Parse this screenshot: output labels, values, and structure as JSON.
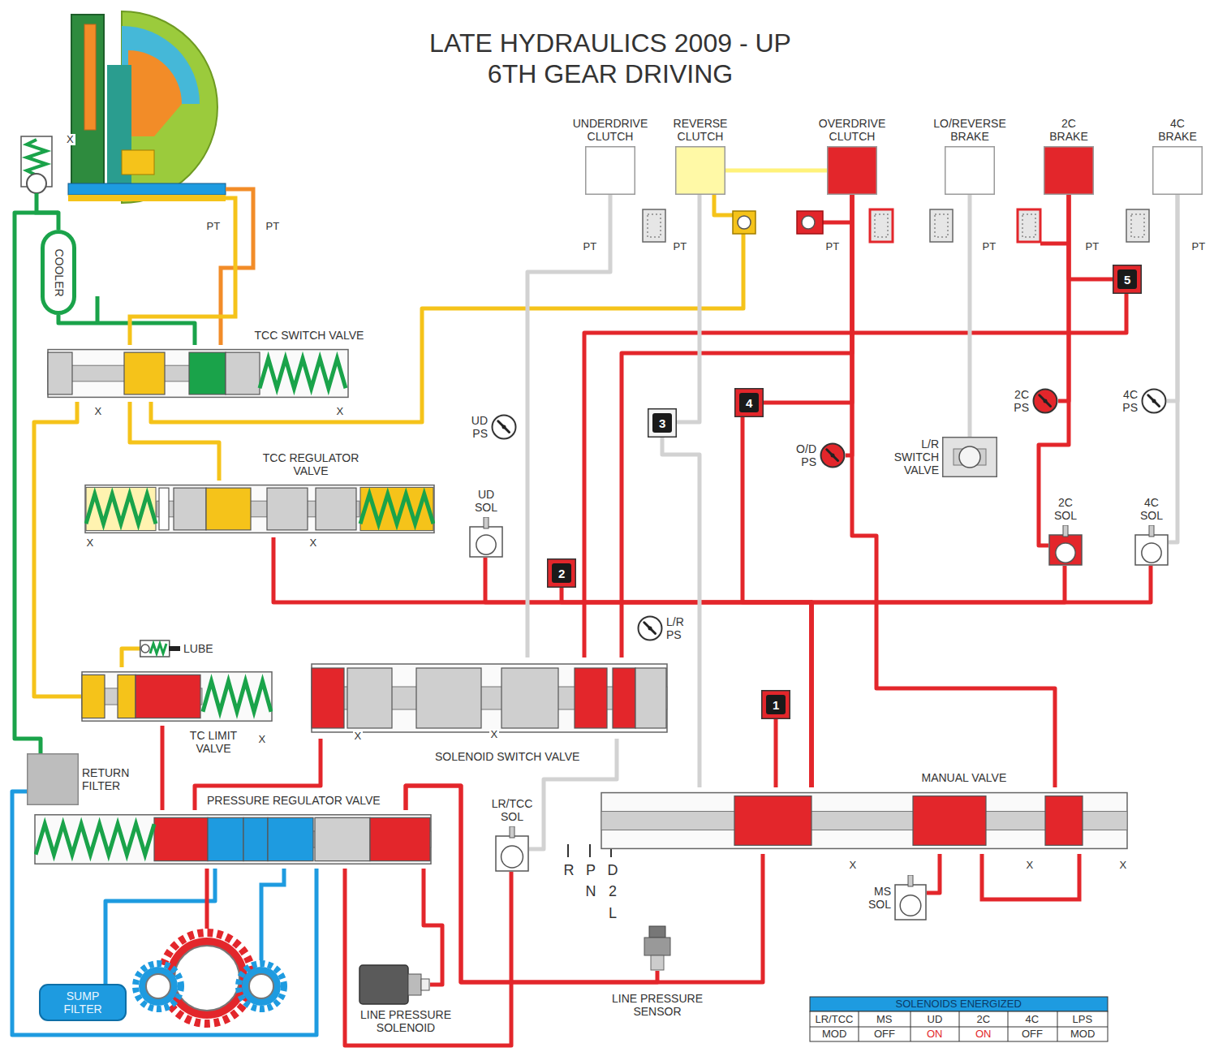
{
  "diagram": {
    "title": "LATE HYDRAULICS 2009 - UP 6TH GEAR DRIVING",
    "nodes": [
      {
        "text": [
          "UNDERDRIVE CLUTCH"
        ]
      },
      {
        "text": [
          "REVERSE CLUTCH"
        ]
      },
      {
        "text": [
          "OVERDRIVE CLUTCH"
        ]
      },
      {
        "text": [
          "LO/REVERSE BRAKE"
        ]
      },
      {
        "text": [
          "2C BRAKE"
        ]
      },
      {
        "text": [
          "4C BRAKE"
        ]
      },
      {
        "text": [
          "COOLER"
        ]
      },
      {
        "text": [
          "TCC SWITCH VALVE"
        ]
      },
      {
        "text": [
          "TCC REGULATOR VALVE"
        ]
      },
      {
        "text": [
          "UD PS"
        ]
      },
      {
        "text": [
          "UD SOL"
        ]
      },
      {
        "text": [
          "2"
        ]
      },
      {
        "text": [
          "3"
        ]
      },
      {
        "text": [
          "4"
        ]
      },
      {
        "text": [
          "O/D PS"
        ]
      },
      {
        "text": [
          "L/R SWITCH VALVE"
        ]
      },
      {
        "text": [
          "2C PS"
        ]
      },
      {
        "text": [
          "4C PS"
        ]
      },
      {
        "text": [
          "2C SOL"
        ]
      },
      {
        "text": [
          "4C SOL"
        ]
      },
      {
        "text": [
          "5"
        ]
      },
      {
        "text": [
          "L/R PS"
        ]
      },
      {
        "text": [
          "LUBE"
        ]
      },
      {
        "text": [
          "TC LIMIT VALVE"
        ]
      },
      {
        "text": [
          "SOLENOID SWITCH VALVE"
        ]
      },
      {
        "text": [
          "1"
        ]
      },
      {
        "text": [
          "RETURN FILTER"
        ]
      },
      {
        "text": [
          "MANUAL VALVE"
        ]
      },
      {
        "text": [
          "PRESSURE REGULATOR VALVE"
        ]
      },
      {
        "text": [
          "LR/TCC SOL"
        ]
      },
      {
        "text": [
          "MS SOL"
        ]
      },
      {
        "text": [
          "SUMP FILTER"
        ]
      },
      {
        "text": [
          "LINE PRESSURE SOLENOID"
        ]
      },
      {
        "text": [
          "LINE PRESSURE SENSOR"
        ]
      }
    ],
    "edges": [
      {
        "from": 28,
        "to": 27,
        "arrow": "none"
      },
      {
        "from": 28,
        "to": 32,
        "arrow": "none"
      },
      {
        "from": 28,
        "to": 33,
        "arrow": "none"
      },
      {
        "from": 28,
        "to": 29,
        "arrow": "none"
      },
      {
        "from": 27,
        "to": 30,
        "arrow": "none"
      },
      {
        "from": 28,
        "to": 24,
        "arrow": "none"
      },
      {
        "from": 28,
        "to": 23,
        "arrow": "none"
      },
      {
        "from": 27,
        "to": 25,
        "arrow": "none"
      },
      {
        "from": 27,
        "to": 10,
        "arrow": "none"
      },
      {
        "from": 27,
        "to": 19,
        "arrow": "none"
      },
      {
        "from": 27,
        "to": 18,
        "arrow": "none"
      },
      {
        "from": 27,
        "to": 11,
        "arrow": "none"
      },
      {
        "from": 27,
        "to": 13,
        "arrow": "none"
      },
      {
        "from": 27,
        "to": 8,
        "arrow": "none"
      },
      {
        "from": 24,
        "to": 20,
        "arrow": "none"
      },
      {
        "from": 24,
        "to": 2,
        "arrow": "none"
      },
      {
        "from": 13,
        "to": 2,
        "arrow": "none"
      },
      {
        "from": 2,
        "to": 14,
        "arrow": "none"
      },
      {
        "from": 27,
        "to": 2,
        "arrow": "none"
      },
      {
        "from": 20,
        "to": 4,
        "arrow": "none"
      },
      {
        "from": 4,
        "to": 16,
        "arrow": "none"
      },
      {
        "from": 18,
        "to": 4,
        "arrow": "none"
      },
      {
        "from": 1,
        "to": 2,
        "arrow": "none"
      },
      {
        "from": 7,
        "to": 1,
        "arrow": "none"
      },
      {
        "from": 7,
        "to": 8,
        "arrow": "none"
      },
      {
        "from": 7,
        "to": 23,
        "arrow": "none"
      },
      {
        "from": 23,
        "to": 22,
        "arrow": "none"
      },
      {
        "from": 7,
        "to": 6,
        "arrow": "none"
      },
      {
        "from": 6,
        "to": 26,
        "arrow": "none"
      },
      {
        "from": 26,
        "to": 28,
        "arrow": "none"
      },
      {
        "from": 31,
        "to": 28,
        "arrow": "none"
      },
      {
        "from": 0,
        "to": 24,
        "arrow": "none"
      },
      {
        "from": 3,
        "to": 15,
        "arrow": "none"
      },
      {
        "from": 5,
        "to": 19,
        "arrow": "none"
      },
      {
        "from": 5,
        "to": 17,
        "arrow": "none"
      },
      {
        "from": 12,
        "to": 1,
        "arrow": "none"
      },
      {
        "from": 27,
        "to": 12,
        "arrow": "none"
      },
      {
        "from": 29,
        "to": 24,
        "arrow": "none"
      }
    ],
    "labels": [
      "X",
      "PT",
      "PT",
      "PT",
      "PT",
      "PT",
      "PT",
      "PT",
      "PT",
      "X",
      "X",
      "X",
      "X",
      "X",
      "X",
      "X",
      "X",
      "X",
      "X",
      "R",
      "P",
      "D",
      "N",
      "2",
      "L",
      "SOLENOIDS ENERGIZED",
      "LR/TCC",
      "MS",
      "UD",
      "2C",
      "4C",
      "LPS",
      "MOD",
      "OFF",
      "ON",
      "ON",
      "OFF",
      "MOD"
    ]
  }
}
